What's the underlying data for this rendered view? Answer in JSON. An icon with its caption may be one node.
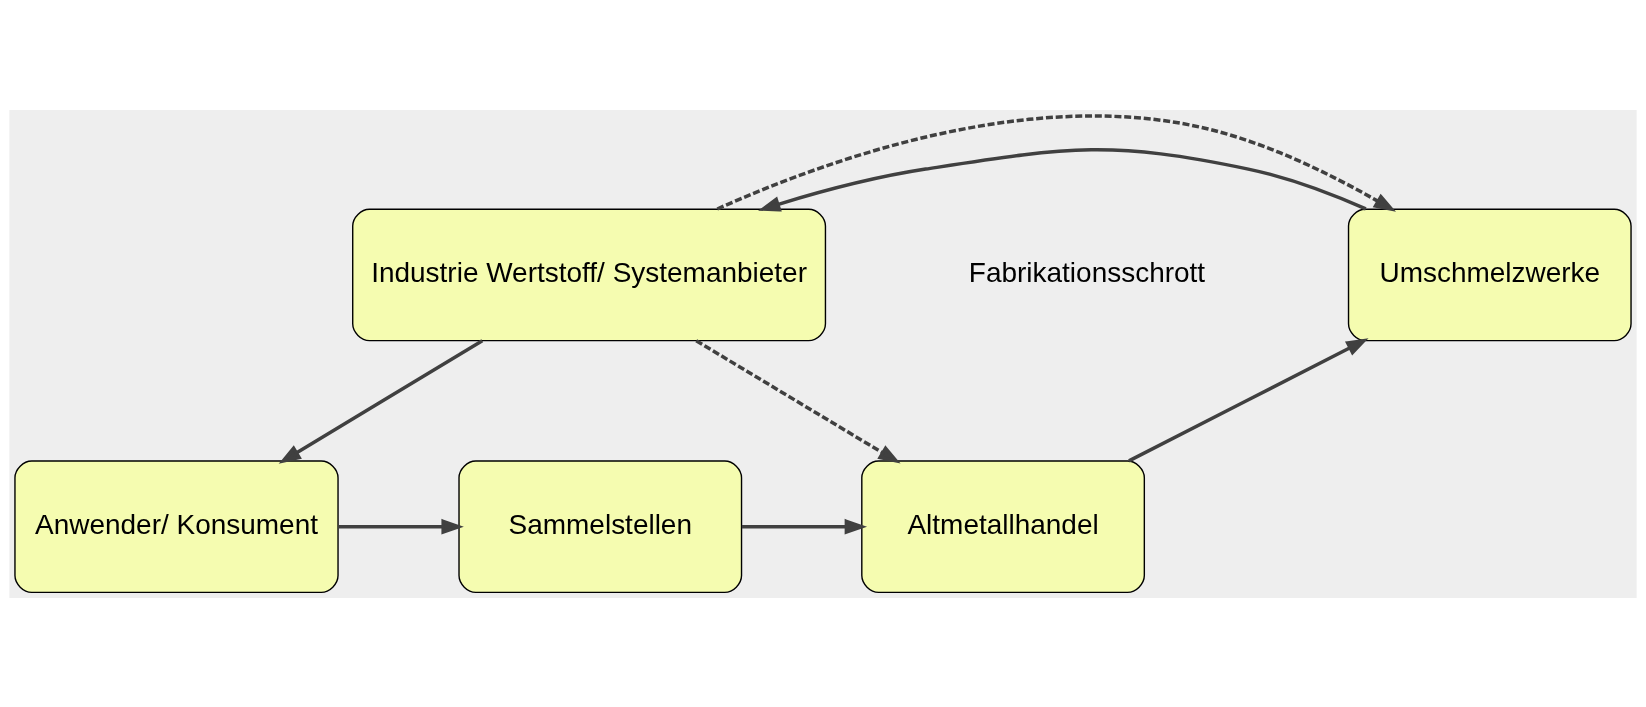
{
  "diagram": {
    "nodes": [
      {
        "text": [
          "Industrie Wertstoff/ Systemanbieter"
        ]
      },
      {
        "text": [
          "Umschmelzwerke"
        ]
      },
      {
        "text": [
          "Anwender/ Konsument"
        ]
      },
      {
        "text": [
          "Sammelstellen"
        ]
      },
      {
        "text": [
          "Altmetallhandel"
        ]
      }
    ],
    "edges": [
      {
        "from": 1,
        "to": 0,
        "arrow": "to"
      },
      {
        "from": 0,
        "to": 1,
        "arrow": "to",
        "style": "dashed"
      },
      {
        "from": 0,
        "to": 4,
        "arrow": "to",
        "style": "dashed"
      },
      {
        "from": 0,
        "to": 2,
        "arrow": "to"
      },
      {
        "from": 2,
        "to": 3,
        "arrow": "to"
      },
      {
        "from": 3,
        "to": 4,
        "arrow": "to"
      },
      {
        "from": 4,
        "to": 1,
        "arrow": "to"
      }
    ],
    "labels": [
      "Fabrikationsschrott"
    ]
  }
}
